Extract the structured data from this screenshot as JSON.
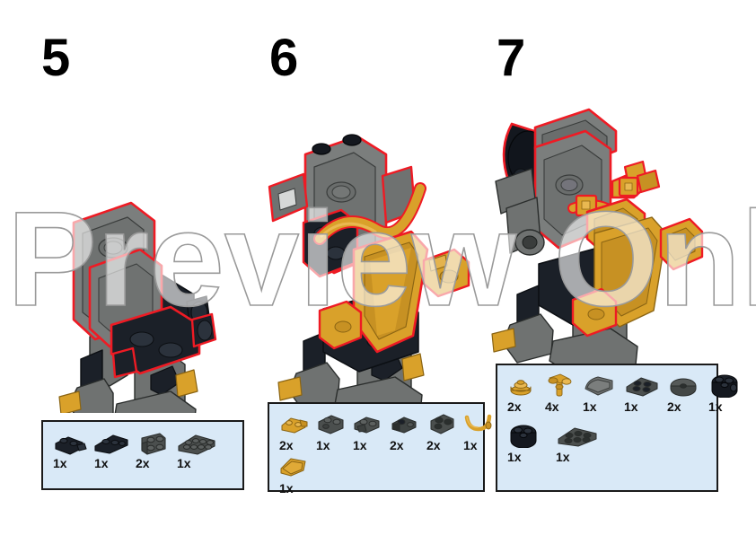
{
  "document": {
    "type": "lego-building-instructions",
    "watermark_text": "Preview Only",
    "background_color": "#ffffff"
  },
  "palette": {
    "parts_box_fill": "#d9e9f7",
    "parts_box_border": "#1a1a1a",
    "highlight_outline": "#ee1b24",
    "brick_gray": "#6f7271",
    "brick_dark_gray": "#4b4f4e",
    "brick_gold": "#d9a12a",
    "brick_gold_dark": "#b8841d",
    "brick_black": "#14181f",
    "step_number_color": "#000000",
    "watermark_stroke": "#9a9a9a"
  },
  "steps": [
    {
      "number": "5",
      "model_alt": "mech robot with gray back plates highlighted in red",
      "parts_rows": [
        [
          {
            "qty": "1x",
            "icon": "plate-1x2-with-clip-black"
          },
          {
            "qty": "1x",
            "icon": "plate-1x4-with-clips-black"
          },
          {
            "qty": "2x",
            "icon": "bracket-1x2-2x2-dark-gray"
          },
          {
            "qty": "1x",
            "icon": "plate-2x4-dark-gray"
          }
        ]
      ]
    },
    {
      "number": "6",
      "model_alt": "mech robot with gold torso armor and gray chest highlighted in red",
      "parts_rows": [
        [
          {
            "qty": "2x",
            "icon": "bar-holder-gold"
          },
          {
            "qty": "1x",
            "icon": "brick-1x2-with-studs-dark-gray"
          },
          {
            "qty": "1x",
            "icon": "plate-1x2-with-handle-dark-gray"
          },
          {
            "qty": "2x",
            "icon": "plate-1x2-with-clip-dark-gray"
          },
          {
            "qty": "2x",
            "icon": "bracket-1x2-dark-gray"
          },
          {
            "qty": "1x",
            "icon": "bar-curved-gold"
          }
        ],
        [
          {
            "qty": "1x",
            "icon": "wedge-plate-gold"
          }
        ]
      ]
    },
    {
      "number": "7",
      "model_alt": "mech robot with head, shoulder cannons and gold arms highlighted in red",
      "parts_rows": [
        [
          {
            "qty": "2x",
            "icon": "stud-round-gold"
          },
          {
            "qty": "4x",
            "icon": "bar-with-clips-gold"
          },
          {
            "qty": "1x",
            "icon": "slope-curved-2x2-gray"
          },
          {
            "qty": "1x",
            "icon": "plate-2x2-dark-gray"
          },
          {
            "qty": "2x",
            "icon": "dish-2x2-dark-gray"
          },
          {
            "qty": "1x",
            "icon": "brick-round-2x2-black"
          }
        ],
        [
          {
            "qty": "1x",
            "icon": "brick-round-2x2-black"
          },
          {
            "qty": "1x",
            "icon": "plate-2x3-dark-gray"
          }
        ]
      ]
    }
  ]
}
